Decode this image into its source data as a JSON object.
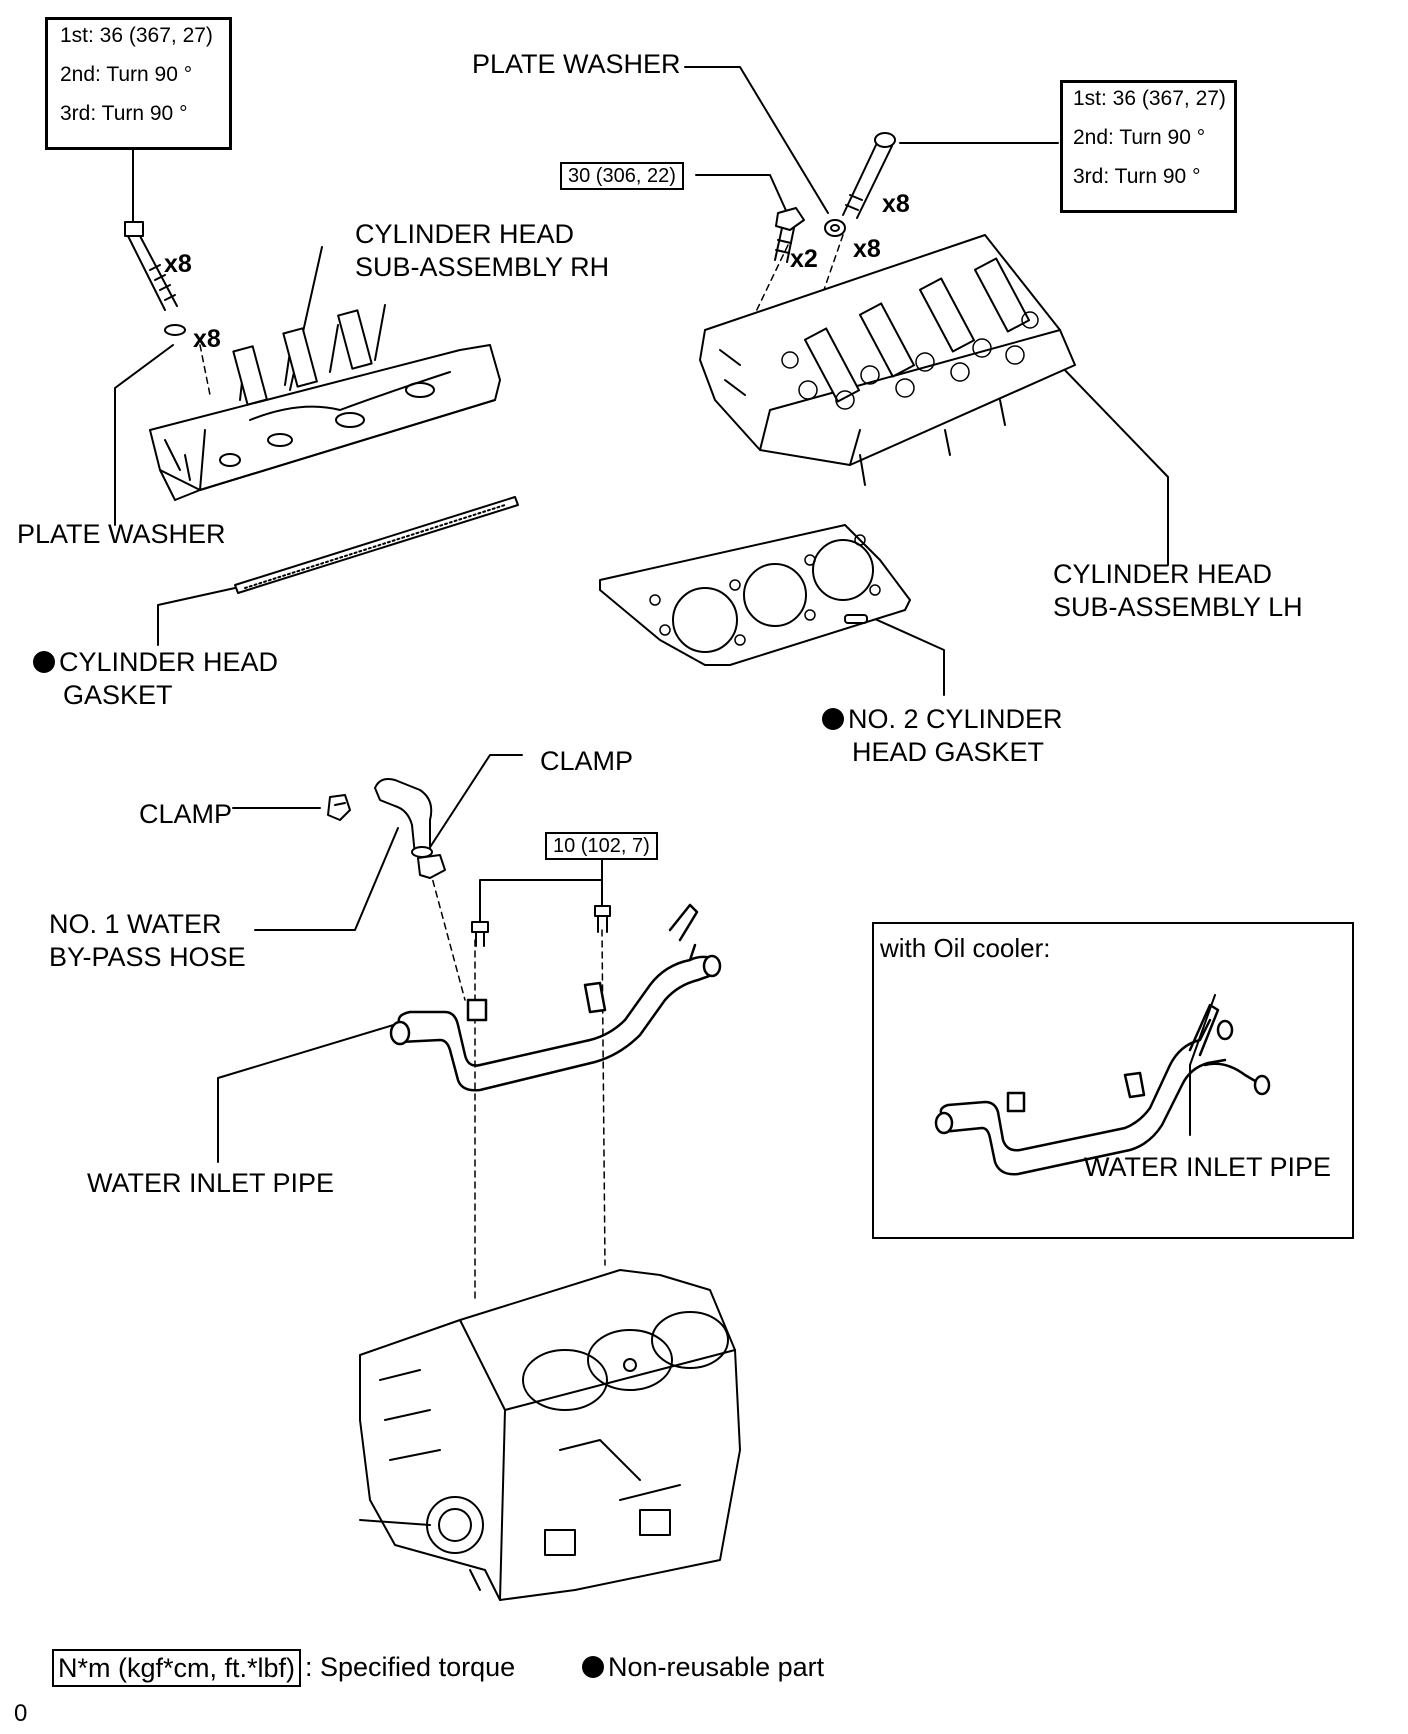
{
  "torque_boxes": {
    "rh_bolts": {
      "step1": "1st: 36 (367, 27)",
      "step2": "2nd:  Turn 90 °",
      "step3": "3rd:  Turn 90 °"
    },
    "lh_bolts": {
      "step1": "1st: 36 (367, 27)",
      "step2": "2nd:  Turn 90 °",
      "step3": "3rd:  Turn 90 °"
    },
    "lh_small_bolt": "30 (306, 22)",
    "pipe_bolts": "10 (102, 7)"
  },
  "quantities": {
    "rh_bolt_count": "x8",
    "rh_washer_count": "x8",
    "lh_bolt_count": "x8",
    "lh_washer_count": "x8",
    "lh_small_bolt_count": "x2"
  },
  "labels": {
    "plate_washer_lh": "PLATE WASHER",
    "cylinder_head_rh_1": "CYLINDER HEAD",
    "cylinder_head_rh_2": "SUB-ASSEMBLY RH",
    "plate_washer_rh": "PLATE WASHER",
    "cylinder_head_gasket_1": "CYLINDER HEAD",
    "cylinder_head_gasket_2": "GASKET",
    "cylinder_head_lh_1": "CYLINDER HEAD",
    "cylinder_head_lh_2": "SUB-ASSEMBLY LH",
    "no2_gasket_1": "NO. 2 CYLINDER",
    "no2_gasket_2": "HEAD GASKET",
    "clamp_upper": "CLAMP",
    "clamp_left": "CLAMP",
    "bypass_hose_1": "NO. 1 WATER",
    "bypass_hose_2": "BY-PASS HOSE",
    "water_inlet_pipe": "WATER INLET PIPE",
    "oil_cooler_title": "with Oil cooler:",
    "oil_cooler_pipe": "WATER INLET PIPE"
  },
  "legend": {
    "torque_unit_box": "N*m (kgf*cm, ft.*lbf)",
    "torque_desc": ": Specified torque",
    "non_reusable": "Non-reusable part"
  },
  "figure_id": "0"
}
